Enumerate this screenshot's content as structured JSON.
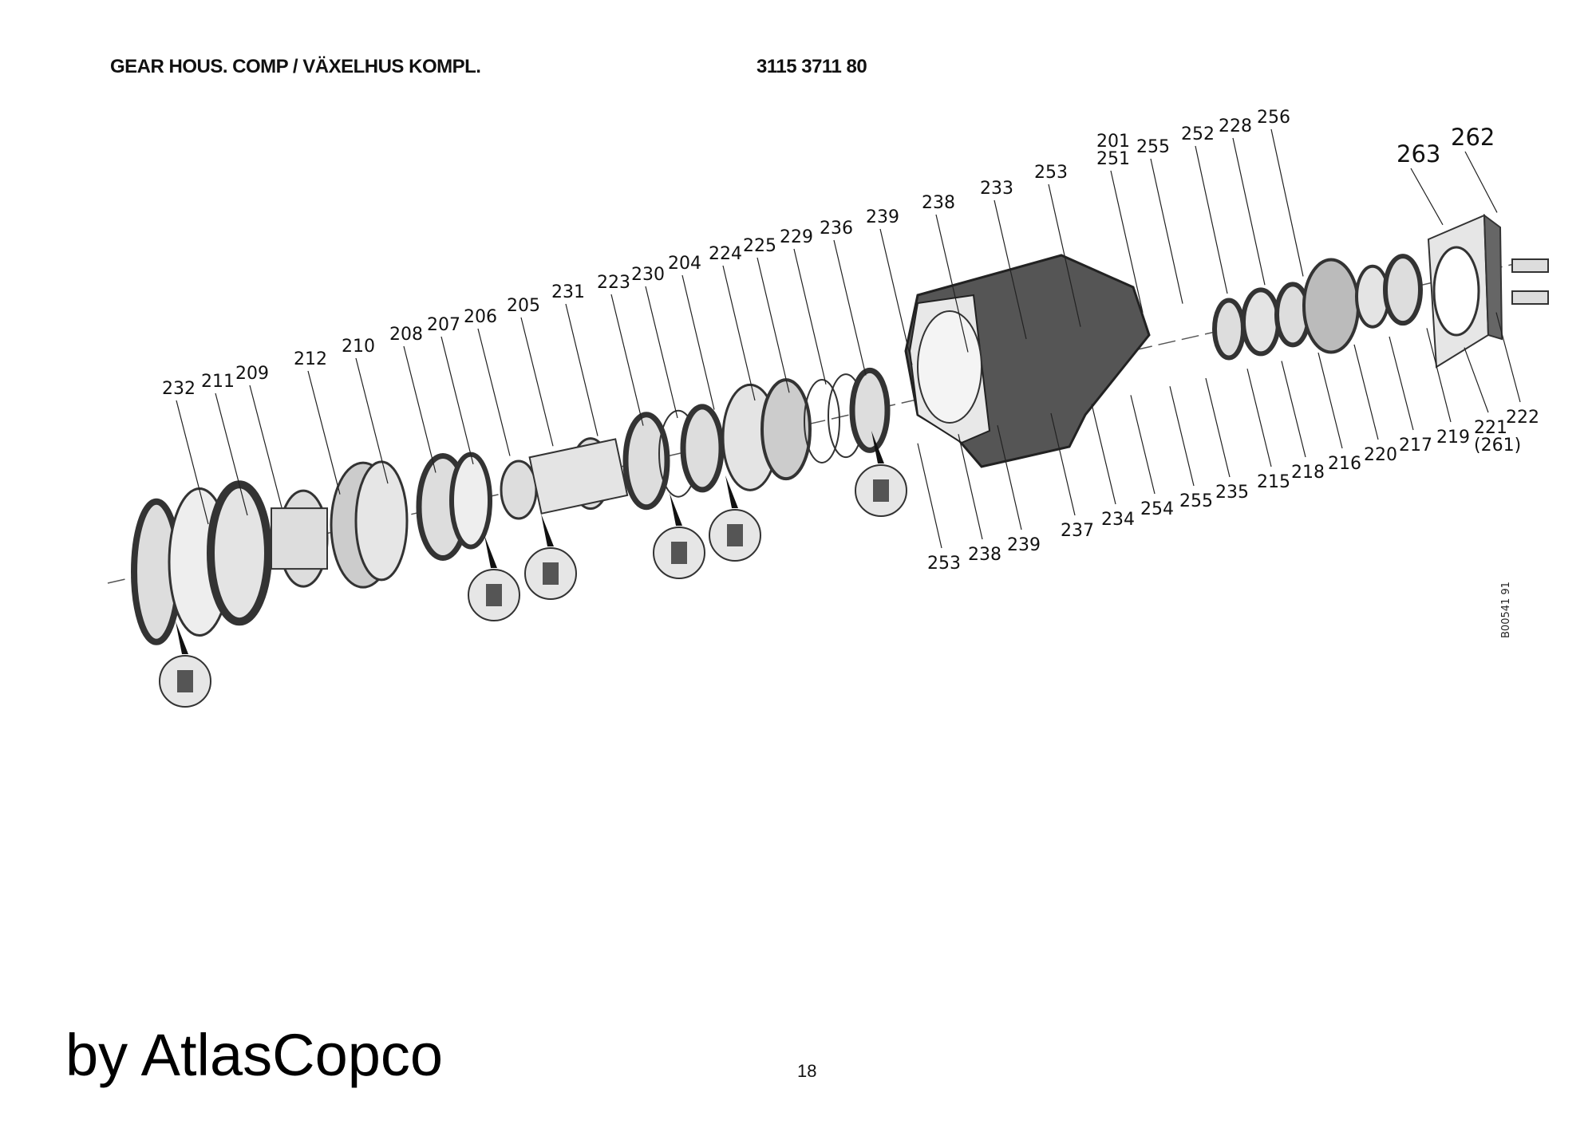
{
  "header": {
    "title": "GEAR HOUS. COMP / VÄXELHUS KOMPL.",
    "part_number": "3115 3711 80"
  },
  "labels_top": [
    "232",
    "211",
    "209",
    "212",
    "210",
    "208",
    "207",
    "206",
    "205",
    "231",
    "223",
    "230",
    "204",
    "224",
    "225",
    "229",
    "236",
    "239",
    "238",
    "233",
    "253",
    "201",
    "251",
    "255",
    "252",
    "228",
    "256",
    "263",
    "262"
  ],
  "labels_bottom": [
    "253",
    "238",
    "239",
    "237",
    "234",
    "254",
    "255",
    "235",
    "215",
    "218",
    "216",
    "220",
    "217",
    "219",
    "221",
    "(261)",
    "222"
  ],
  "drawing_number": "B00541 91",
  "footer": {
    "brand": "by AtlasCopco",
    "page": "18"
  }
}
